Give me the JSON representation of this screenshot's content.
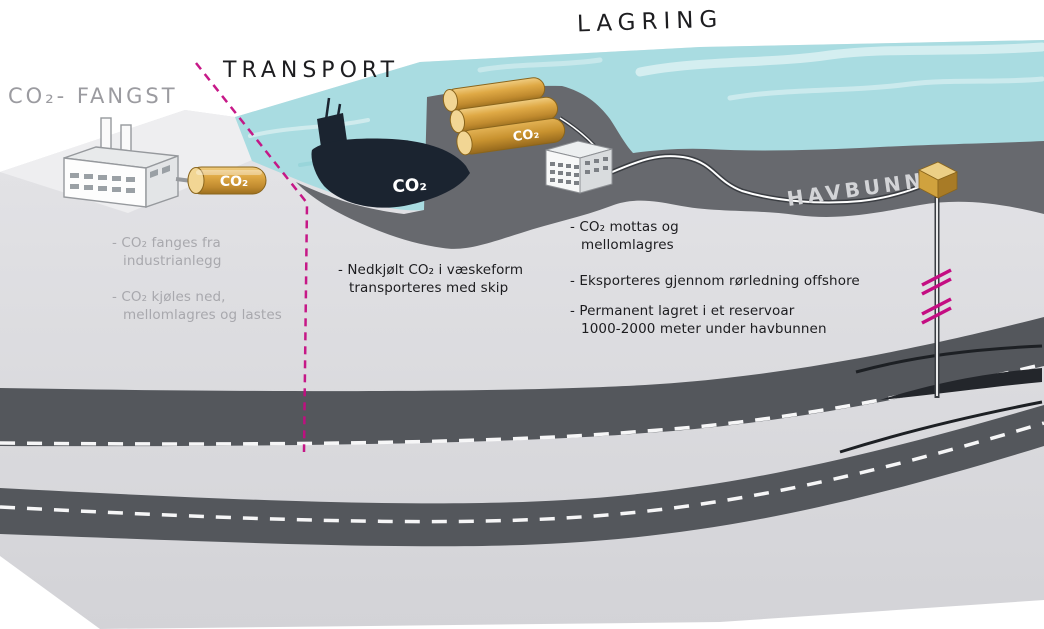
{
  "titles": {
    "capture": "CO₂- FANGST",
    "transport": "TRANSPORT",
    "storage": "LAGRING"
  },
  "scene_labels": {
    "seabed": "HAVBUNN",
    "co2_cylinder": "CO₂",
    "co2_ship": "CO₂",
    "co2_tanks": "CO₂"
  },
  "bullets": {
    "capture": [
      "- CO₂ fanges fra industrianlegg",
      "- CO₂ kjøles ned, mellomlagres og lastes"
    ],
    "transport": [
      "- Nedkjølt CO₂ i væskeform transporteres med skip"
    ],
    "storage": [
      "- CO₂ mottas og mellomlagres",
      "- Eksporteres gjennom rørledning offshore",
      "- Permanent lagret i et reservoar 1000-2000 meter under havbunnen"
    ]
  },
  "colors": {
    "water": "#a9dce1",
    "seabed": "#67696e",
    "rock_band": "#54575c",
    "land_top": "#eeeef0",
    "slab": "#dcdce0",
    "accent_magenta": "#c40d82",
    "tank_gold": "#d4a23f",
    "ship_hull": "#1b2430",
    "muted_text": "#a8a8ad",
    "dark_text": "#1c1c1f"
  }
}
